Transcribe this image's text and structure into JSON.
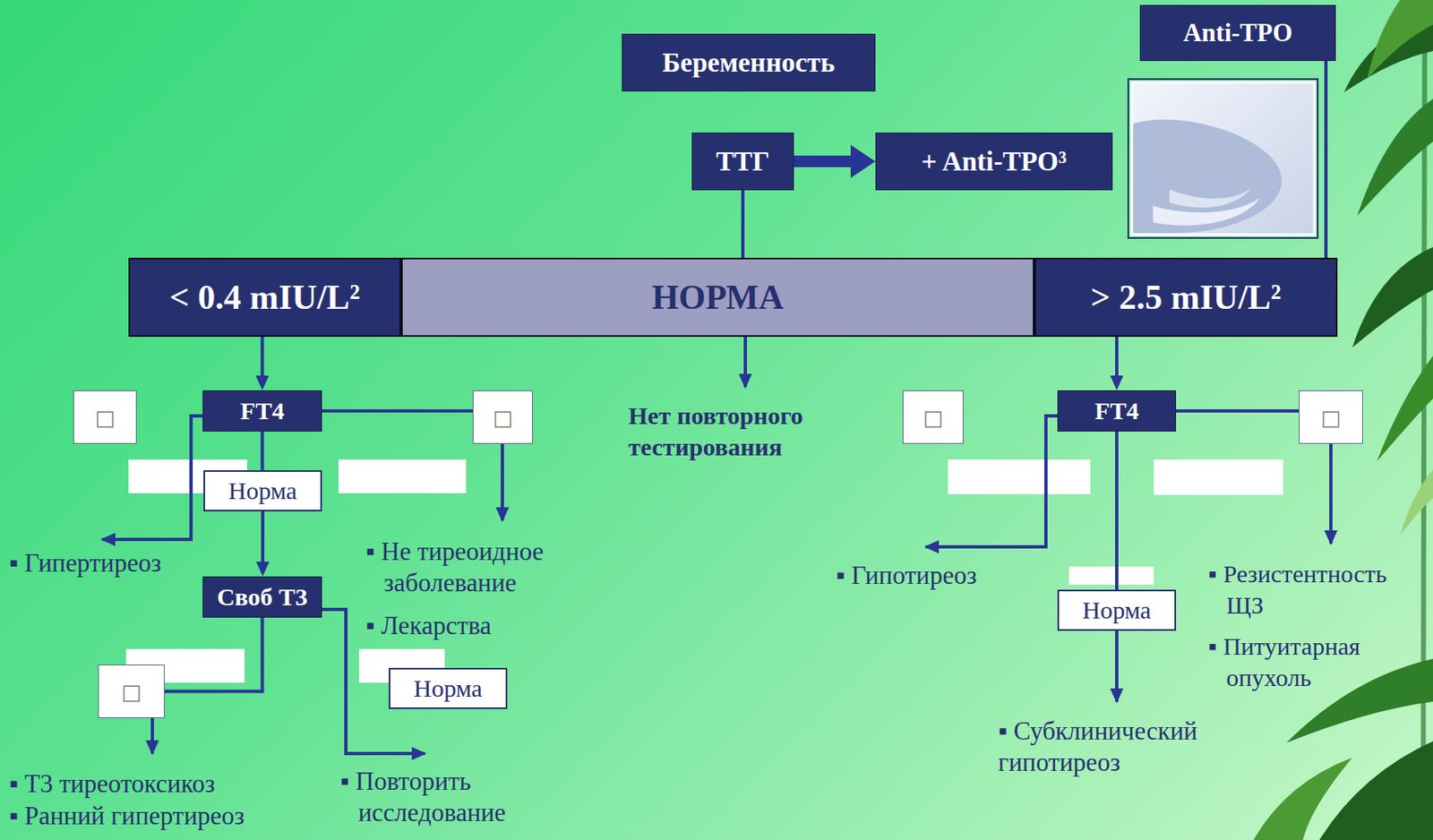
{
  "diagram": {
    "nodes": [
      {
        "text": [
          "Anti-TPO"
        ]
      },
      {
        "text": [
          "Беременность"
        ]
      },
      {
        "text": [
          "ТТГ"
        ]
      },
      {
        "text": [
          "+ Anti-TPO³"
        ]
      },
      {
        "text": [
          "< 0.4 mIU/L²"
        ]
      },
      {
        "text": [
          "НОРМА"
        ]
      },
      {
        "text": [
          "> 2.5 mIU/L²"
        ]
      },
      {
        "text": [
          "□"
        ]
      },
      {
        "text": [
          "FT4"
        ]
      },
      {
        "text": [
          "□"
        ]
      },
      {
        "text": [
          "□"
        ]
      },
      {
        "text": [
          "FT4"
        ]
      },
      {
        "text": [
          "□"
        ]
      },
      {
        "text": [
          "Норма"
        ]
      },
      {
        "text": [
          "Своб Т3"
        ]
      },
      {
        "text": [
          "Норма"
        ]
      },
      {
        "text": [
          "□"
        ]
      },
      {
        "text": [
          "Норма"
        ]
      }
    ],
    "edges": [
      {
        "from": 2,
        "to": 3,
        "arrow": "to"
      },
      {
        "from": 2,
        "to": 5,
        "arrow": "none"
      },
      {
        "from": 0,
        "to": 6,
        "arrow": "none"
      },
      {
        "from": 4,
        "to": 8,
        "arrow": "to"
      },
      {
        "from": 6,
        "to": 11,
        "arrow": "to"
      },
      {
        "from": 8,
        "to": 9,
        "arrow": "none"
      },
      {
        "from": 8,
        "to": 13,
        "arrow": "none"
      },
      {
        "from": 13,
        "to": 14,
        "arrow": "to"
      },
      {
        "from": 14,
        "to": 16,
        "arrow": "none"
      },
      {
        "from": 11,
        "to": 12,
        "arrow": "none"
      },
      {
        "from": 11,
        "to": 15,
        "arrow": "none"
      }
    ],
    "labels": [
      "Нет повторного тестирования",
      "▪ Не тиреоидное заболевание",
      "▪ Гипертиреоз",
      "▪ Гипотиреоз",
      "▪ Резистентность ЩЗ",
      "▪ Лекарства",
      "▪ Питуитарная опухоль",
      "▪ Субклинический гипотиреоз",
      "▪ Повторить исследование",
      "▪ Т3 тиреотоксикоз",
      "▪ Ранний гипертиреоз"
    ]
  }
}
